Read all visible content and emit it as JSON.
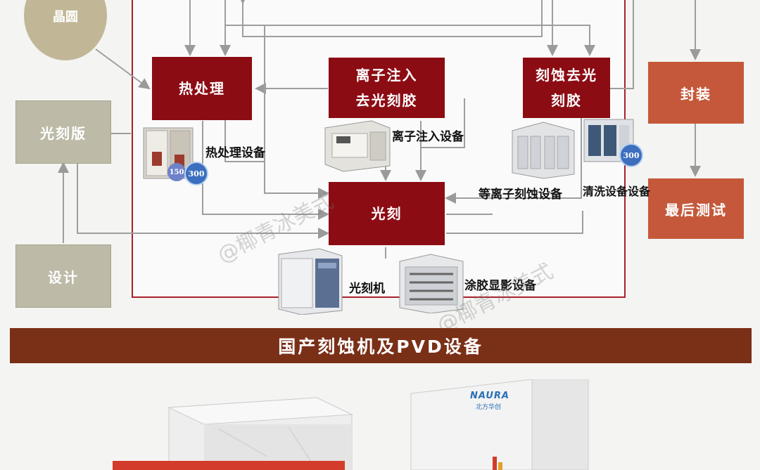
{
  "nodes": {
    "wafer": "晶圆",
    "mask": "光刻版",
    "design": "设计",
    "heat": "热处理",
    "implant": "离子注入\n去光刻胶",
    "etch": "刻蚀去光\n刻胶",
    "litho": "光刻",
    "package": "封装",
    "test": "最后测试"
  },
  "equipment": {
    "heat_eq": "热处理设备",
    "implant_eq": "离子注入设备",
    "etch_eq": "等离子刻蚀设备",
    "clean_eq": "清洗设备设备",
    "litho_eq": "光刻机",
    "coat_eq": "涂胶显影设备"
  },
  "badges": {
    "b150": "150",
    "b300": "300"
  },
  "brand": {
    "naura_logo": "NAURA",
    "naura_cn": "北方华创"
  },
  "banner": "国产刻蚀机及PVD设备",
  "watermark": "@椰青冰美式",
  "colors": {
    "process_red": "#8c0c14",
    "stage_orange": "#c5583a",
    "input_gray": "#bdbaa7",
    "wafer_tan": "#c1b797",
    "banner_brown": "#7a2f17",
    "naura_blue": "#2a6fb5"
  }
}
